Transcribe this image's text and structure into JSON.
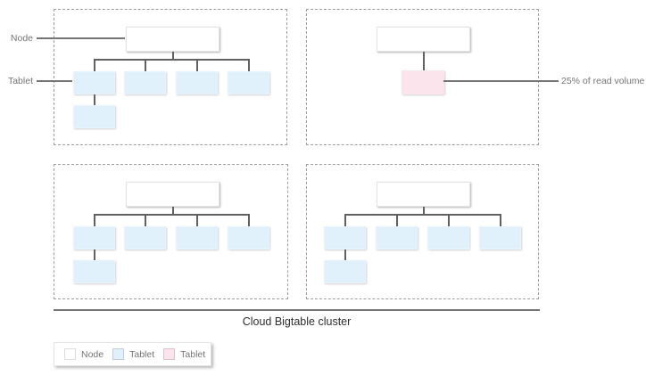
{
  "diagram": {
    "caption": "Cloud Bigtable cluster",
    "node_pointer_label": "Node",
    "tablet_pointer_label": "Tablet",
    "hot_tablet_note": "25% of read volume"
  },
  "legend": {
    "items": [
      {
        "label": "Node",
        "color": "#ffffff"
      },
      {
        "label": "Tablet",
        "color": "#e1f1fb"
      },
      {
        "label": "Tablet",
        "color": "#fce4ec"
      }
    ]
  },
  "colors": {
    "node_fill": "#ffffff",
    "tablet_fill": "#e1f1fb",
    "hot_tablet_fill": "#fce4ec",
    "connector": "#616161",
    "leader_line": "#757575",
    "dashed_border": "#9e9e9e"
  }
}
